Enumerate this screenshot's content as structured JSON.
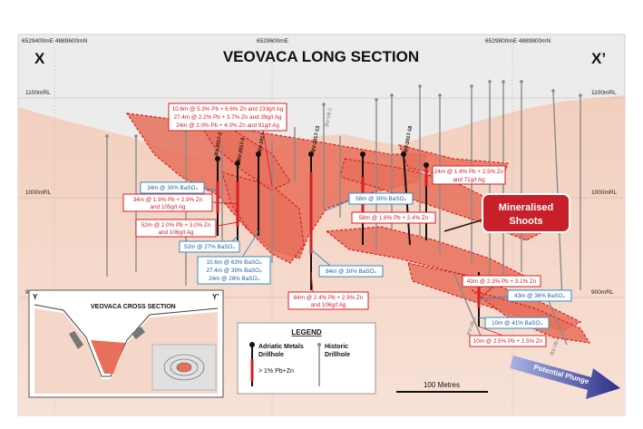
{
  "title": "VEOVACA LONG SECTION",
  "section_ends": {
    "left": "X",
    "right": "X’"
  },
  "coordinates": {
    "left": "6529400mE  4889600mN",
    "middle": "6529600mE",
    "right": "6529800mE  4889800mN"
  },
  "rl_labels_left": [
    "1100mRL",
    "1000mRL",
    "900"
  ],
  "rl_labels_right": [
    "1100mRL",
    "1000mRL",
    "900mRL"
  ],
  "drillholes": [
    "BV-VB-2",
    "BV-2017-2",
    "BV-2017-3",
    "BV-2017-1",
    "BV-2017-13",
    "BV-2017-18",
    "BV-VB-1",
    "BV-VB-4"
  ],
  "red_callouts": {
    "top": [
      "10.6m @ 5.3% Pb + 6.6% Zn and 233g/t Ag",
      "27.4m @ 2.2% Pb + 3.7% Zn and 39g/t Ag",
      "24m @ 2.0% Pb + 4.0% Zn and 91g/t Ag"
    ],
    "left_mid": [
      "34m @ 1.9% Pb + 2.9% Zn",
      "and 105g/t Ag"
    ],
    "left_low": [
      "52m @ 2.0% Pb + 3.0% Zn",
      "and 106g/t Ag"
    ],
    "right_top": [
      "24m @ 1.4% Pb + 2.5% Zn",
      "and 71g/t Ag"
    ],
    "mid": "58m @ 1.6% Pb + 2.4% Zn",
    "bottom": [
      "84m @ 2.4% Pb + 2.9% Zn",
      "and 106g/t Ag"
    ],
    "right_low": "43m @ 2.3% Pb + 3.1% Zn",
    "far_right": "10m @ 2.5% Pb + 2.5% Zn"
  },
  "blue_callouts": {
    "left_top": "34m @ 30% BaSO₄",
    "left_low": "52m @ 27% BaSO₄",
    "stack": [
      "10.6m @ 63% BaSO₄",
      "27.4m @ 39% BaSO₄",
      "24m @ 28% BaSO₄"
    ],
    "mid": "58m @ 30% BaSO₄",
    "mid_low": "84m @ 30% BaSO₄",
    "right": "43m @ 36% BaSO₄",
    "far_right": "10m @ 41% BaSO₄"
  },
  "mineralised_shoots": [
    "Mineralised",
    "Shoots"
  ],
  "inset": {
    "title": "VEOVACA CROSS SECTION",
    "left": "Y",
    "right": "Y’"
  },
  "legend": {
    "title": "LEGEND",
    "adriatic": [
      "Adriatic Metals",
      "Drillhole"
    ],
    "historic": [
      "Historic",
      "Drillhole"
    ],
    "grade": "> 1% Pb+Zn"
  },
  "scale_bar": "100 Metres",
  "plunge": "Potential Plunge",
  "colors": {
    "ore": "#e8705a",
    "ore_outline": "#d42026",
    "blue": "#2f8fc8",
    "ground": "#f2c9b5",
    "sky": "#ebebeb"
  }
}
